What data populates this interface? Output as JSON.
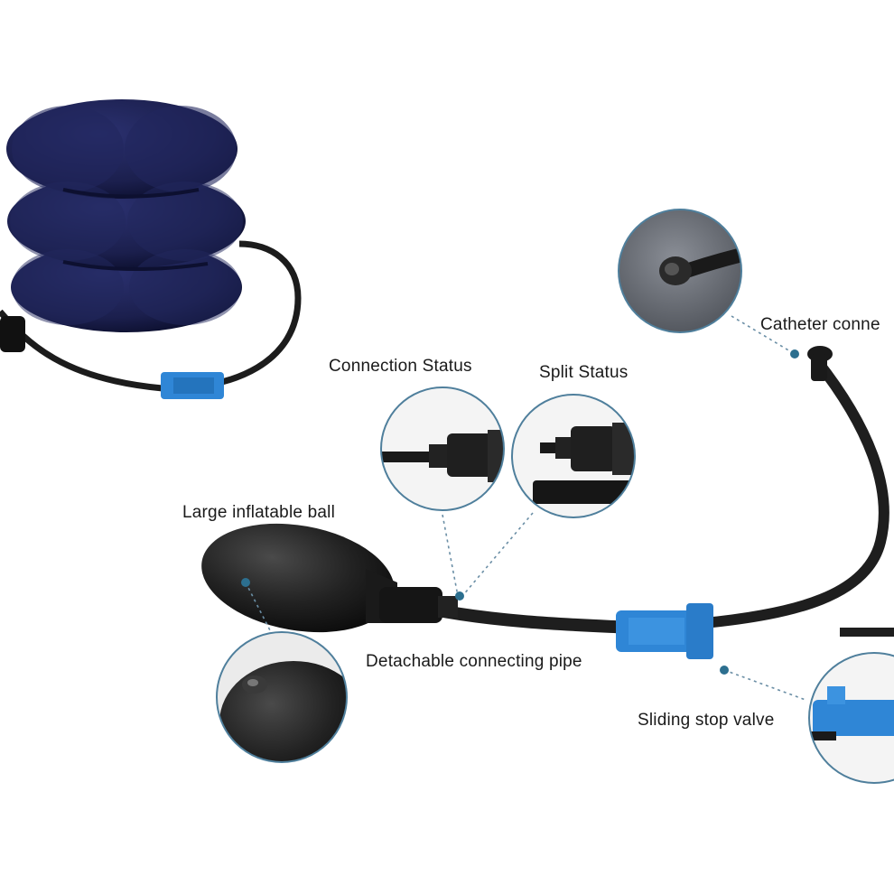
{
  "labels": {
    "connection_status": "Connection Status",
    "split_status": "Split Status",
    "catheter_connection": "Catheter conne",
    "large_inflatable_ball": "Large inflatable ball",
    "detachable_connecting_pipe": "Detachable connecting pipe",
    "sliding_stop_valve": "Sliding stop valve"
  },
  "colors": {
    "collar": "#1b1f4d",
    "collar_shade": "#0f1236",
    "hose": "#1c1c1c",
    "valve": "#2f86d6",
    "leader_dot": "#2c6f8f",
    "callout_border": "#4f7f9c"
  },
  "icons": {
    "neck_collar": "inflatable-neck-collar-icon",
    "hand_pump": "hand-pump-bulb-icon",
    "valve": "blue-stop-valve-icon"
  }
}
